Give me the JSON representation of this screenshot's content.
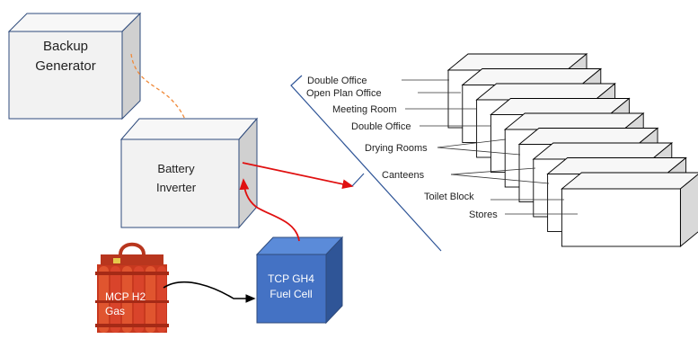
{
  "colors": {
    "box_stroke": "#2f4b7c",
    "box_front": "#f2f2f2",
    "box_top": "#f7f7f7",
    "box_side": "#d0d0d0",
    "fuel_cell_front": "#4472c4",
    "fuel_cell_top": "#5b8bd9",
    "fuel_cell_side": "#2f5597",
    "cylinder_red": "#d9442b",
    "power_line": "#e01010",
    "gas_line": "#000000",
    "backup_line": "#f08a3a",
    "bracket_line": "#2f5597"
  },
  "equipment": {
    "backup_generator": {
      "line1": "Backup",
      "line2": "Generator"
    },
    "battery_inverter": {
      "line1": "Battery",
      "line2": "Inverter"
    },
    "fuel_cell": {
      "line1": "TCP GH4",
      "line2": "Fuel Cell"
    },
    "h2_gas": {
      "line1": "MCP H2",
      "line2": "Gas"
    }
  },
  "cabins": {
    "labels": [
      "Double Office",
      "Open Plan Office",
      "Meeting Room",
      "Double Office",
      "Drying Rooms",
      "Canteens",
      "Toilet Block",
      "Stores"
    ]
  }
}
